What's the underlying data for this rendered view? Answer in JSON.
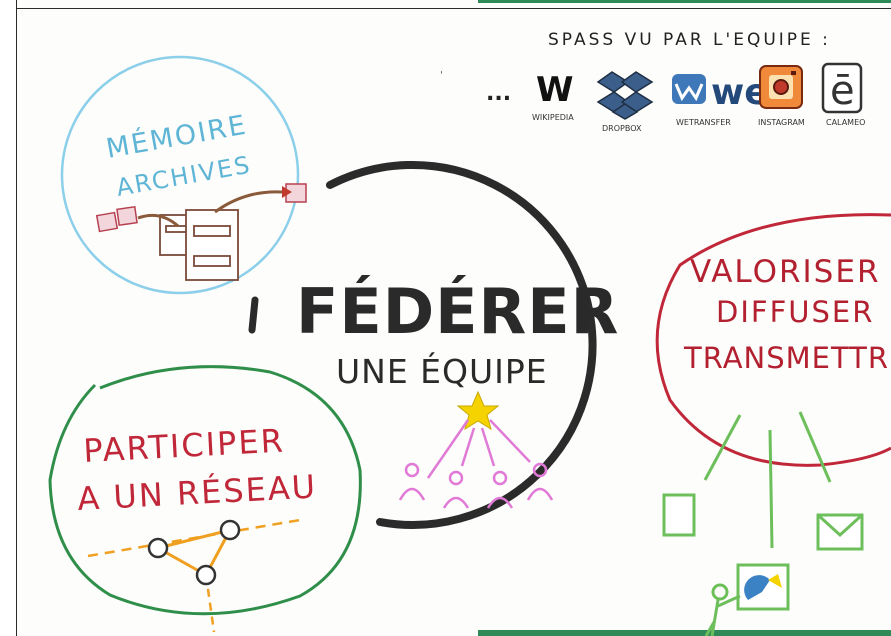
{
  "header": {
    "title": "SPASS VU PAR L'EQUIPE :",
    "ellipsis": "..."
  },
  "tools": [
    {
      "icon": "wikipedia-icon",
      "glyph": "W",
      "label": "WIKIPEDIA"
    },
    {
      "icon": "dropbox-icon",
      "glyph": "",
      "label": "DROPBOX"
    },
    {
      "icon": "wetransfer-icon",
      "glyph": "we",
      "label": "WETRANSFER"
    },
    {
      "icon": "instagram-icon",
      "glyph": "",
      "label": "INSTAGRAM"
    },
    {
      "icon": "calameo-icon",
      "glyph": "ē",
      "label": "CALAMEO"
    }
  ],
  "center": {
    "line1": "FÉDÉRER",
    "line2": "UNE ÉQUIPE"
  },
  "memoire": {
    "line1": "MÉMOIRE",
    "line2": "ARCHIVES"
  },
  "valoriser": {
    "line1": "VALORISER",
    "line2": "DIFFUSER",
    "line3": "TRANSMETTRE"
  },
  "participer": {
    "line1": "PARTICIPER",
    "line2": "A UN RÉSEAU"
  },
  "colors": {
    "center_ring": "#2b2b2b",
    "memoire_circle": "#8ccfea",
    "memoire_text": "#5fb5d6",
    "valoriser_circle": "#c0283a",
    "valoriser_text": "#b32030",
    "participer_circle": "#2f8f4a",
    "participer_text": "#c0283a",
    "star": "#f5d300",
    "people": "#e07ad6",
    "network": "#f0a020",
    "green_icons": "#6cbf5b",
    "archive_brown": "#8a5a3a"
  }
}
